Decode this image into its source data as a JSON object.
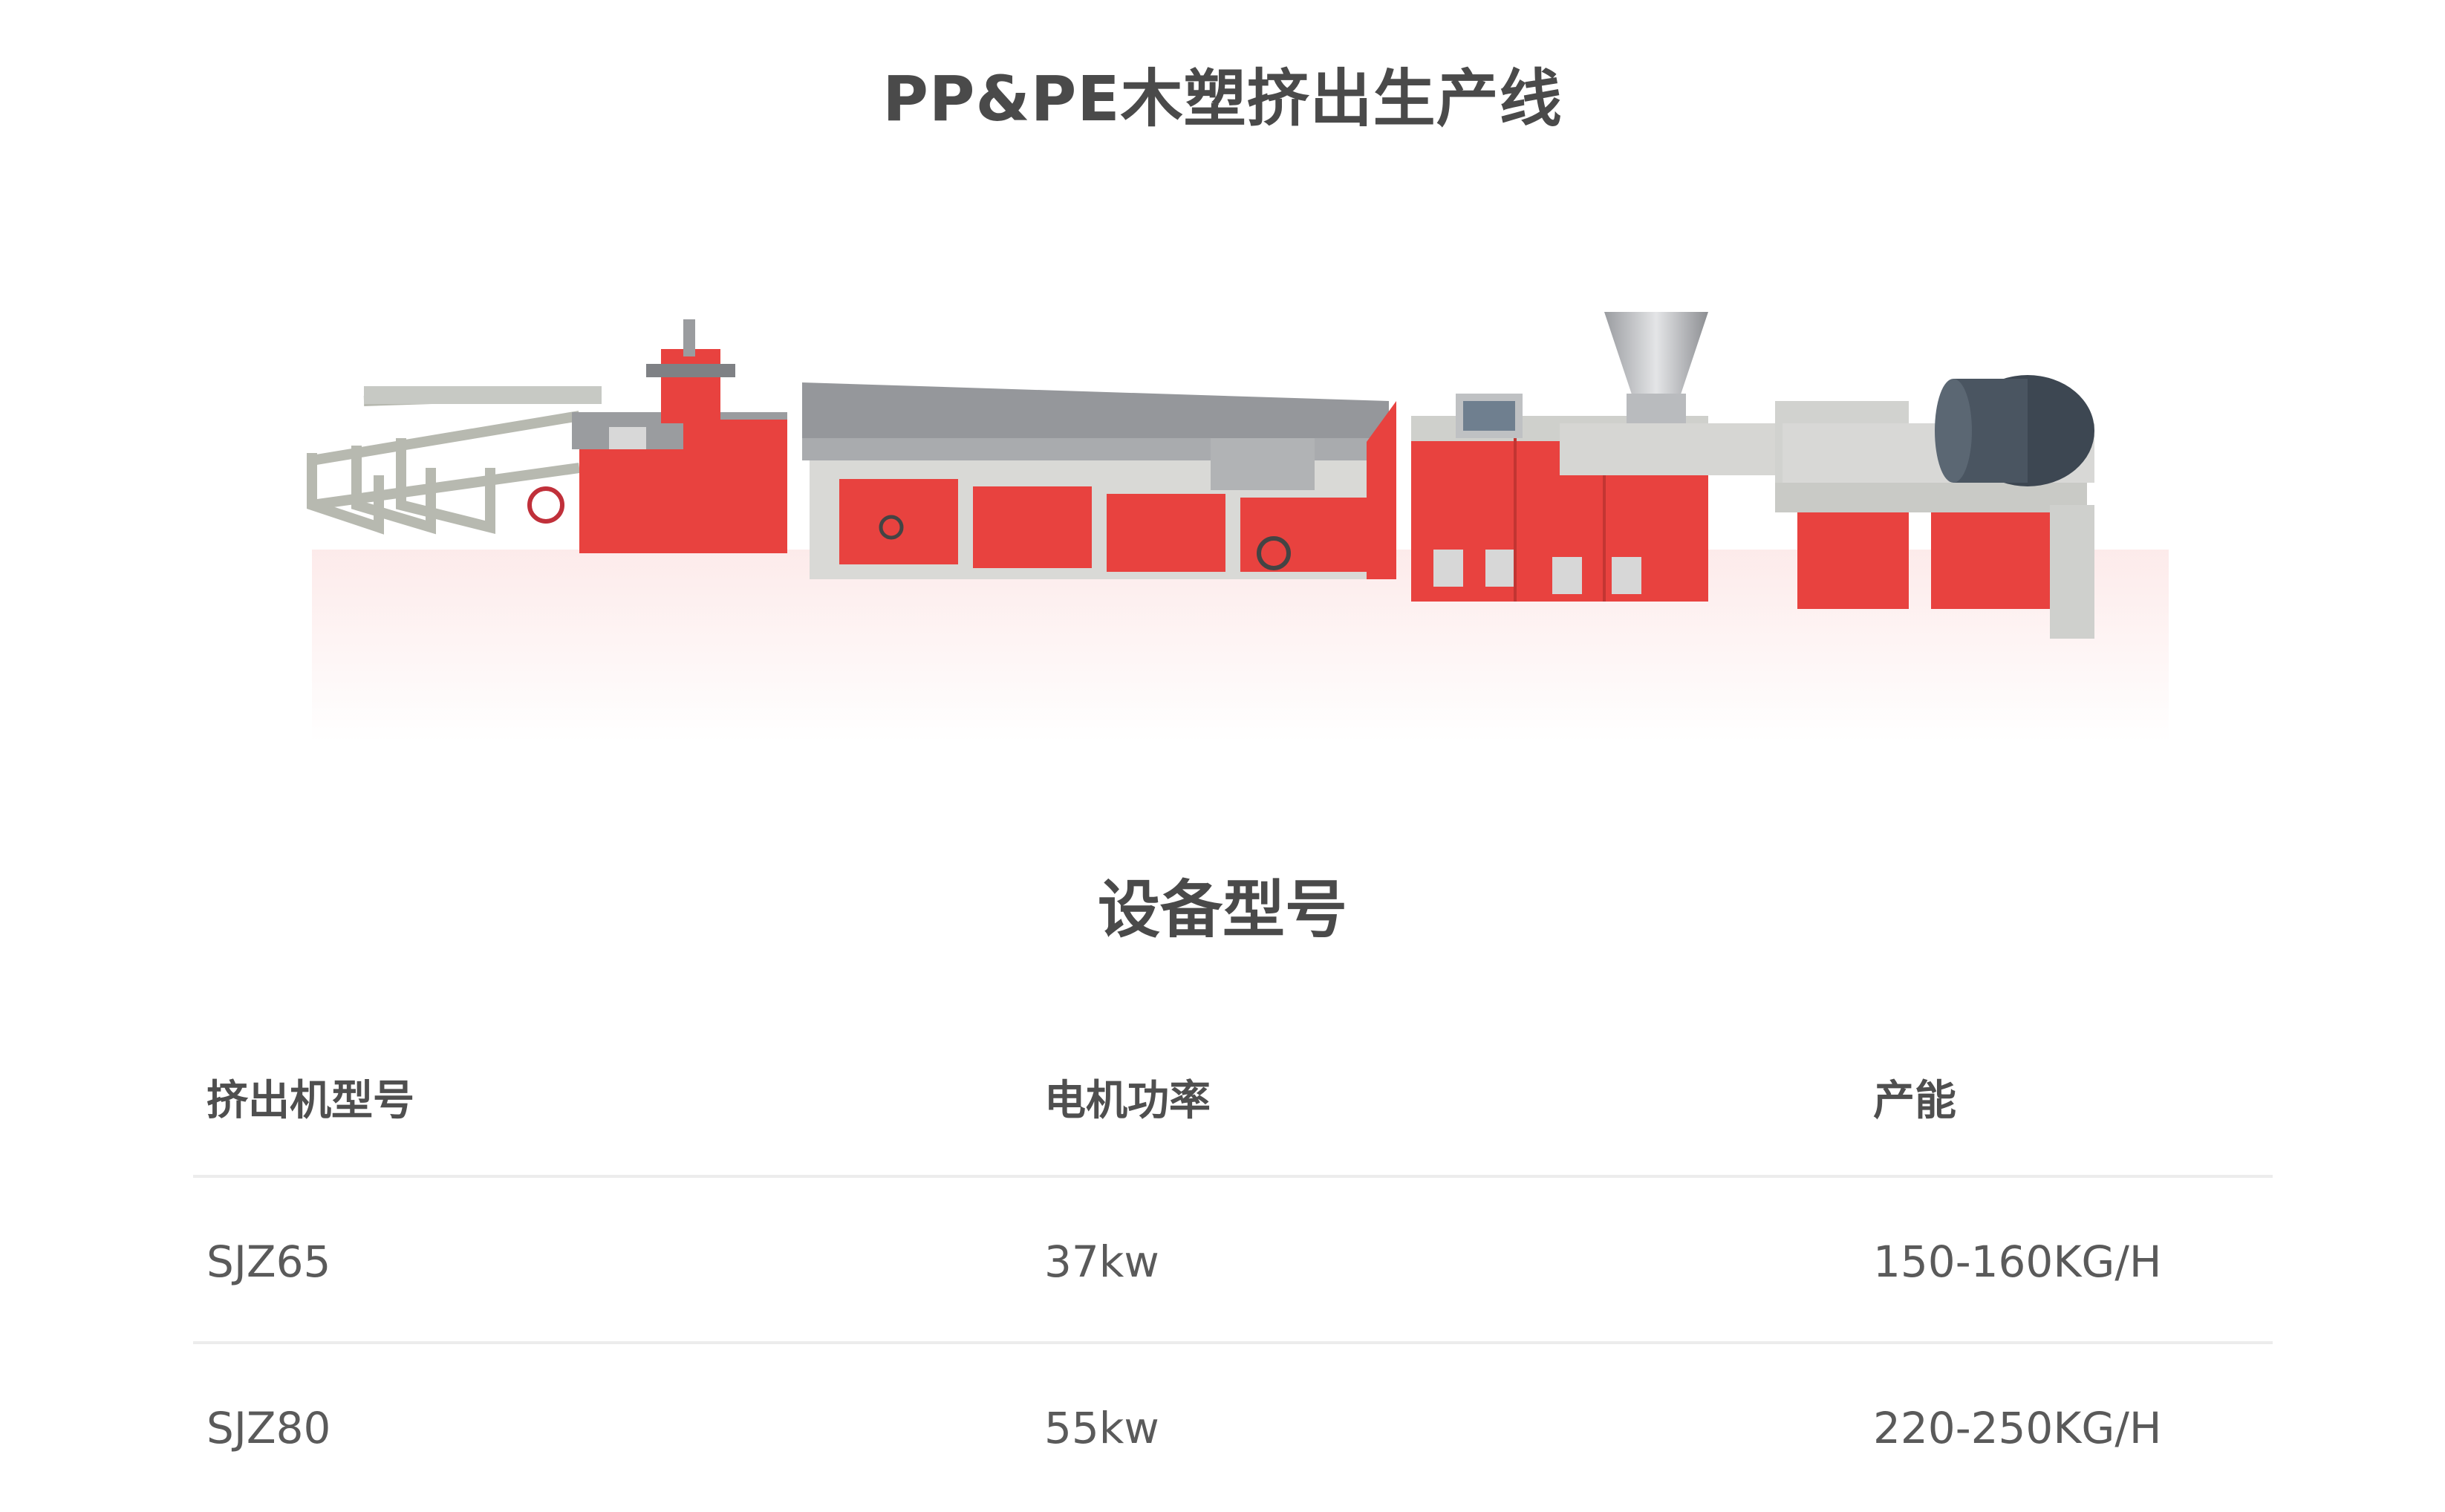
{
  "page": {
    "title": "PP&PE木塑挤出生产线",
    "section_title": "设备型号"
  },
  "product_image": {
    "icon": "extrusion-line-machine-illustration",
    "colors": {
      "panel_red": "#e8423f",
      "frame_gray": "#c9c9c3",
      "steel": "#8e9095",
      "motor": "#3d4752"
    }
  },
  "spec_table": {
    "headers": [
      "挤出机型号",
      "电机功率",
      "产能"
    ],
    "rows": [
      [
        "SJZ65",
        "37kw",
        "150-160KG/H"
      ],
      [
        "SJZ80",
        "55kw",
        "220-250KG/H"
      ]
    ]
  }
}
